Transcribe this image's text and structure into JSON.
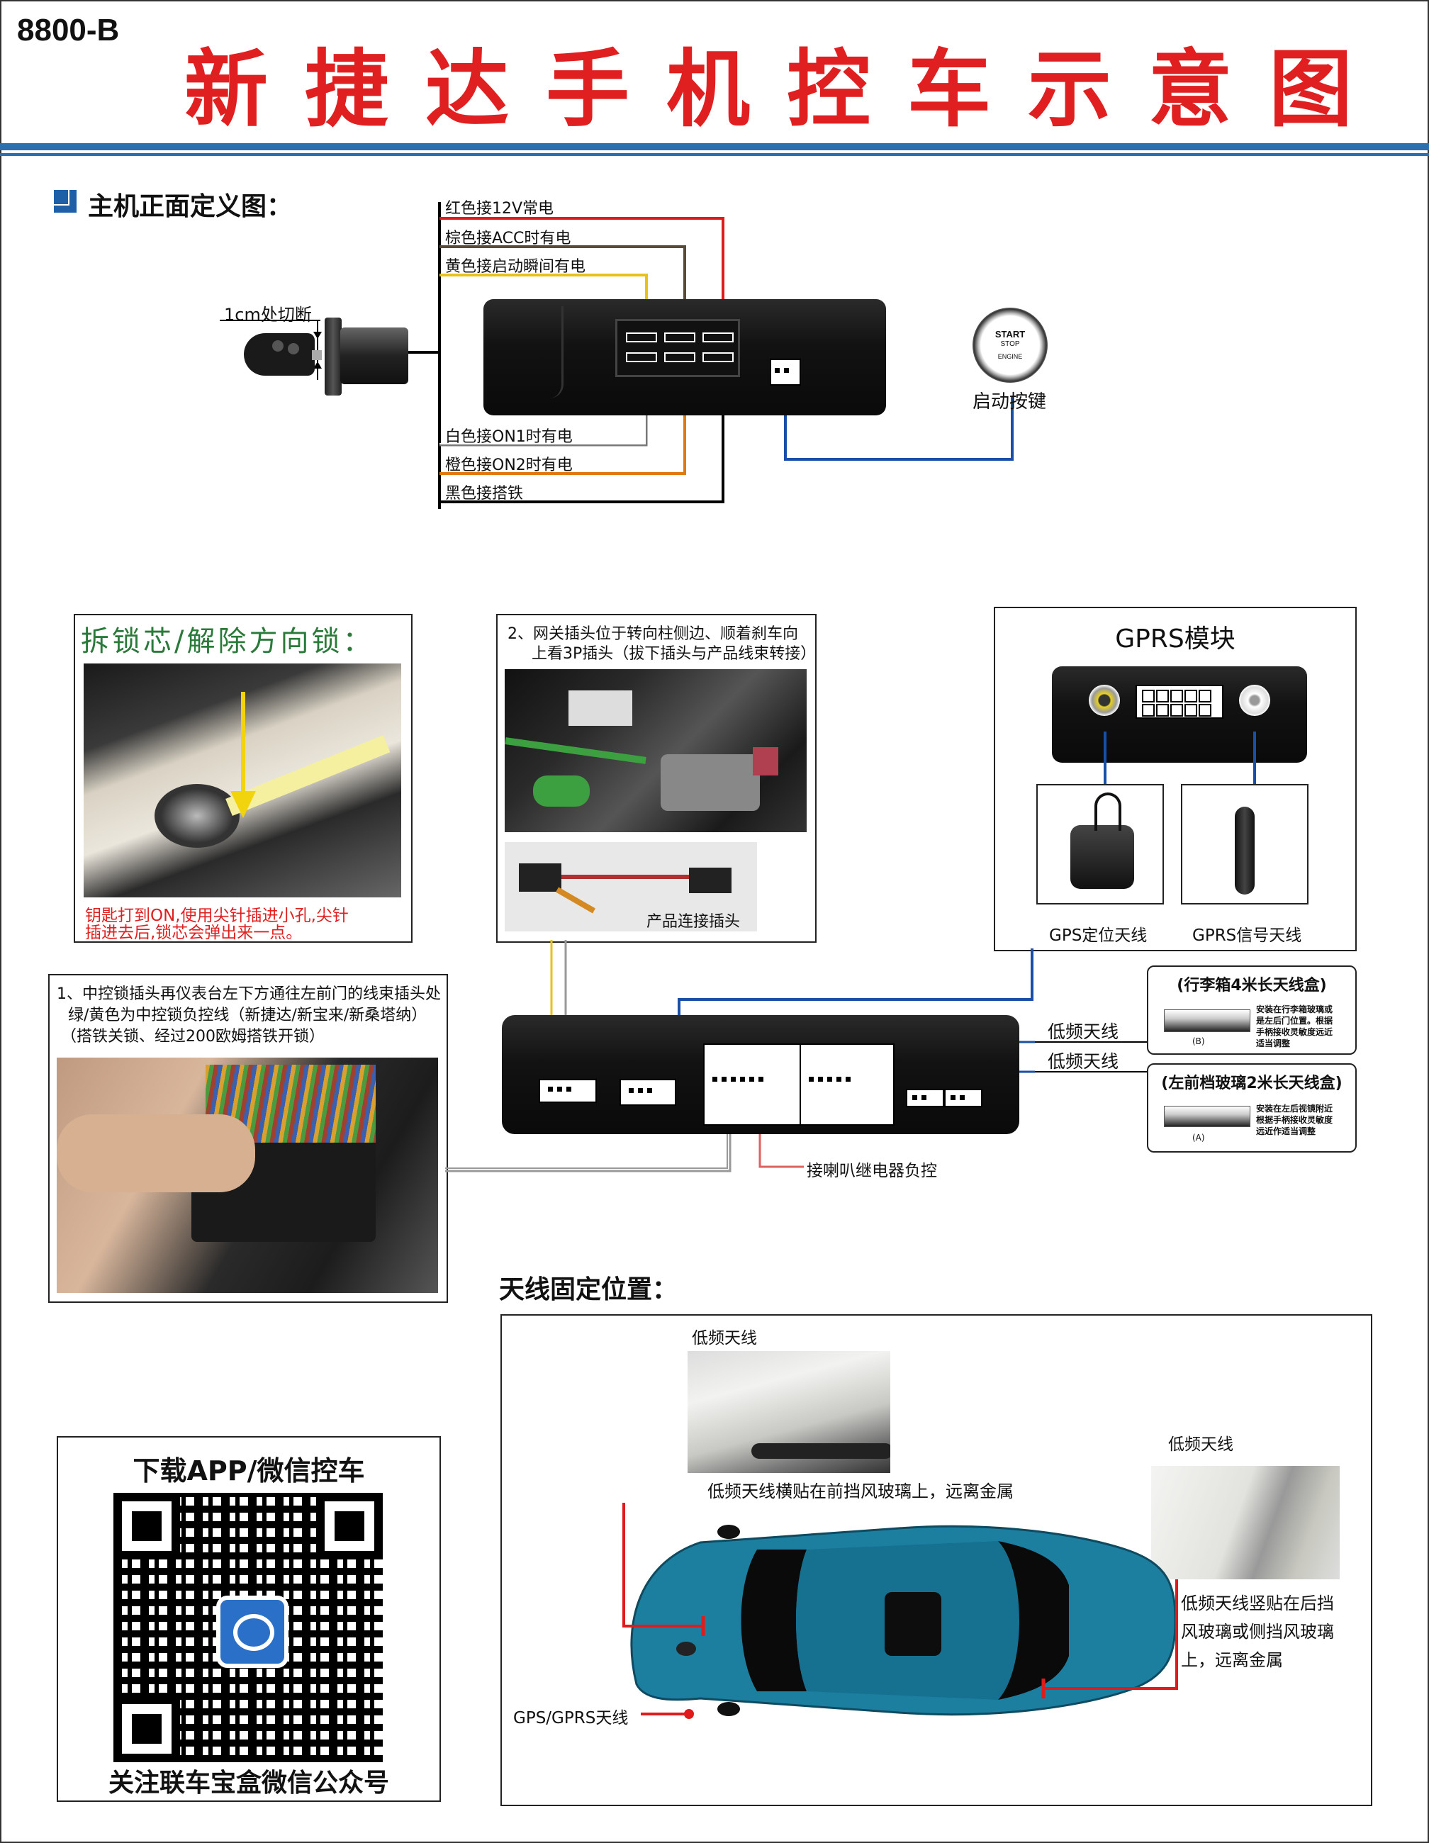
{
  "header": {
    "model": "8800-B",
    "title": "新捷达手机控车示意图"
  },
  "section_main": {
    "title": "主机正面定义图：",
    "cut_label": "1cm处切断",
    "wire_labels": {
      "red": "红色接12V常电",
      "brown": "棕色接ACC时有电",
      "yellow": "黄色接启动瞬间有电",
      "white": "白色接ON1时有电",
      "orange": "橙色接ON2时有电",
      "black": "黑色接搭铁"
    },
    "start_button": {
      "line1": "START",
      "line2": "STOP",
      "line3": "ENGINE",
      "label": "启动按键"
    }
  },
  "lock_panel": {
    "title": "拆锁芯/解除方向锁：",
    "caption_line1": "钥匙打到ON,使用尖针插进小孔,尖针",
    "caption_line2": "插进去后,锁芯会弹出来一点。"
  },
  "gateway_panel": {
    "text_line1": "2、网关插头位于转向柱侧边、顺着刹车向",
    "text_line2": "上看3P插头（拔下插头与产品线束转接）",
    "photo_label": "产品连接插头"
  },
  "central_lock_panel": {
    "text_line1": "1、中控锁插头再仪表台左下方通往左前门的线束插头处",
    "text_line2": "绿/黄色为中控锁负控线（新捷达/新宝来/新桑塔纳）",
    "text_line3": "（搭铁关锁、经过200欧姆搭铁开锁）"
  },
  "gprs_panel": {
    "title": "GPRS模块",
    "gps_antenna_label": "GPS定位天线",
    "gprs_antenna_label": "GPRS信号天线"
  },
  "main_unit": {
    "lf_antenna_1": "低频天线",
    "lf_antenna_2": "低频天线",
    "horn_label": "接喇叭继电器负控"
  },
  "antenna_box_b": {
    "title": "(行李箱4米长天线盒)",
    "desc_line1": "安装在行李箱玻璃或",
    "desc_line2": "是左后门位置。根据",
    "desc_line3": "手柄接收灵敏度远近",
    "desc_line4": "适当调整",
    "tag": "(B)"
  },
  "antenna_box_a": {
    "title": "(左前档玻璃2米长天线盒)",
    "desc_line1": "安装在左后视镜附近",
    "desc_line2": "根据手柄接收灵敏度",
    "desc_line3": "远近作适当调整",
    "tag": "(A)"
  },
  "antenna_position": {
    "title": "天线固定位置：",
    "front_label": "低频天线",
    "front_desc": "低频天线横贴在前挡风玻璃上，远离金属",
    "rear_label": "低频天线",
    "rear_desc_line1": "低频天线竖贴在后挡",
    "rear_desc_line2": "风玻璃或侧挡风玻璃",
    "rear_desc_line3": "上，远离金属",
    "gps_label": "GPS/GPRS天线"
  },
  "qr_panel": {
    "top_text": "下载APP/微信控车",
    "bottom_text": "关注联车宝盒微信公众号"
  },
  "colors": {
    "title_red": "#e02020",
    "band_blue": "#2c6fb0",
    "wire_red": "#e01b1b",
    "wire_brown": "#5a4a38",
    "wire_yellow": "#e8c21a",
    "wire_orange": "#e07a10",
    "wire_blue": "#1a4fa8",
    "car_teal": "#1d7fa0"
  }
}
